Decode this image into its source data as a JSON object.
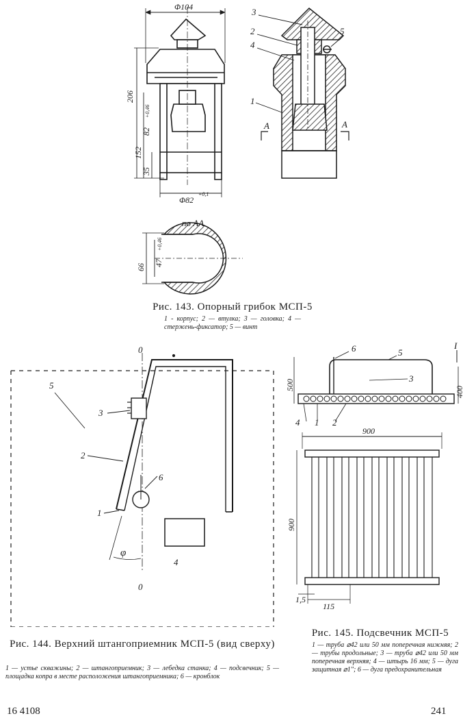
{
  "fig143": {
    "dims": {
      "top_diameter": "Φ104",
      "overall_height": "206",
      "mid_height": "82",
      "mid_tol": "+0,46",
      "lower_height": "152",
      "base_height": "35",
      "bottom_diameter": "Φ82",
      "bottom_tol": "+0,1"
    },
    "labels": {
      "n1": "1",
      "n2": "2",
      "n3": "3",
      "n4": "4",
      "n5": "5",
      "a_left": "А",
      "a_right": "А"
    },
    "section": {
      "title": "по АА",
      "dim_outer": "66",
      "dim_inner": "47",
      "dim_tol": "+0,46"
    },
    "caption_title": "Рис. 143. Опорный грибок МСП-5",
    "caption_legend": "1 - корпус; 2 — втулка; 3 — головка; 4 — стержень-фиксатор; 5 — винт"
  },
  "fig144": {
    "labels": {
      "o_top": "0",
      "o_bottom": "0",
      "n1": "1",
      "n2": "2",
      "n3": "3",
      "n4": "4",
      "n5": "5",
      "n6": "6",
      "phi": "φ"
    },
    "caption_title": "Рис. 144. Верхний штангоприемник МСП-5 (вид сверху)",
    "caption_legend": "1 — устье скважины; 2 — штангоприемник; 3 — лебедка станка; 4 — подсвечник; 5 — площадка копра в месте расположения штангоприемника; 6 — кронблок"
  },
  "fig145": {
    "dims": {
      "h500": "500",
      "h400": "400",
      "w900": "900",
      "h900": "900",
      "d15": "1,5",
      "d115": "115"
    },
    "labels": {
      "n1": "1",
      "n2": "2",
      "n3": "3",
      "n4": "4",
      "n5": "5",
      "n6": "6",
      "mark_I": "I"
    },
    "caption_title": "Рис. 145. Подсвечник МСП-5",
    "caption_legend": "1 — труба ⌀42 или 50 мм поперечная нижняя; 2 — трубы продольные; 3 — труба ⌀42 или 50 мм поперечная верхняя; 4 — штырь 16 мм; 5 — дуга защитная ⌀1\"; 6 — дуга предохранительная"
  },
  "footer": {
    "left": "16 4108",
    "right": "241"
  }
}
